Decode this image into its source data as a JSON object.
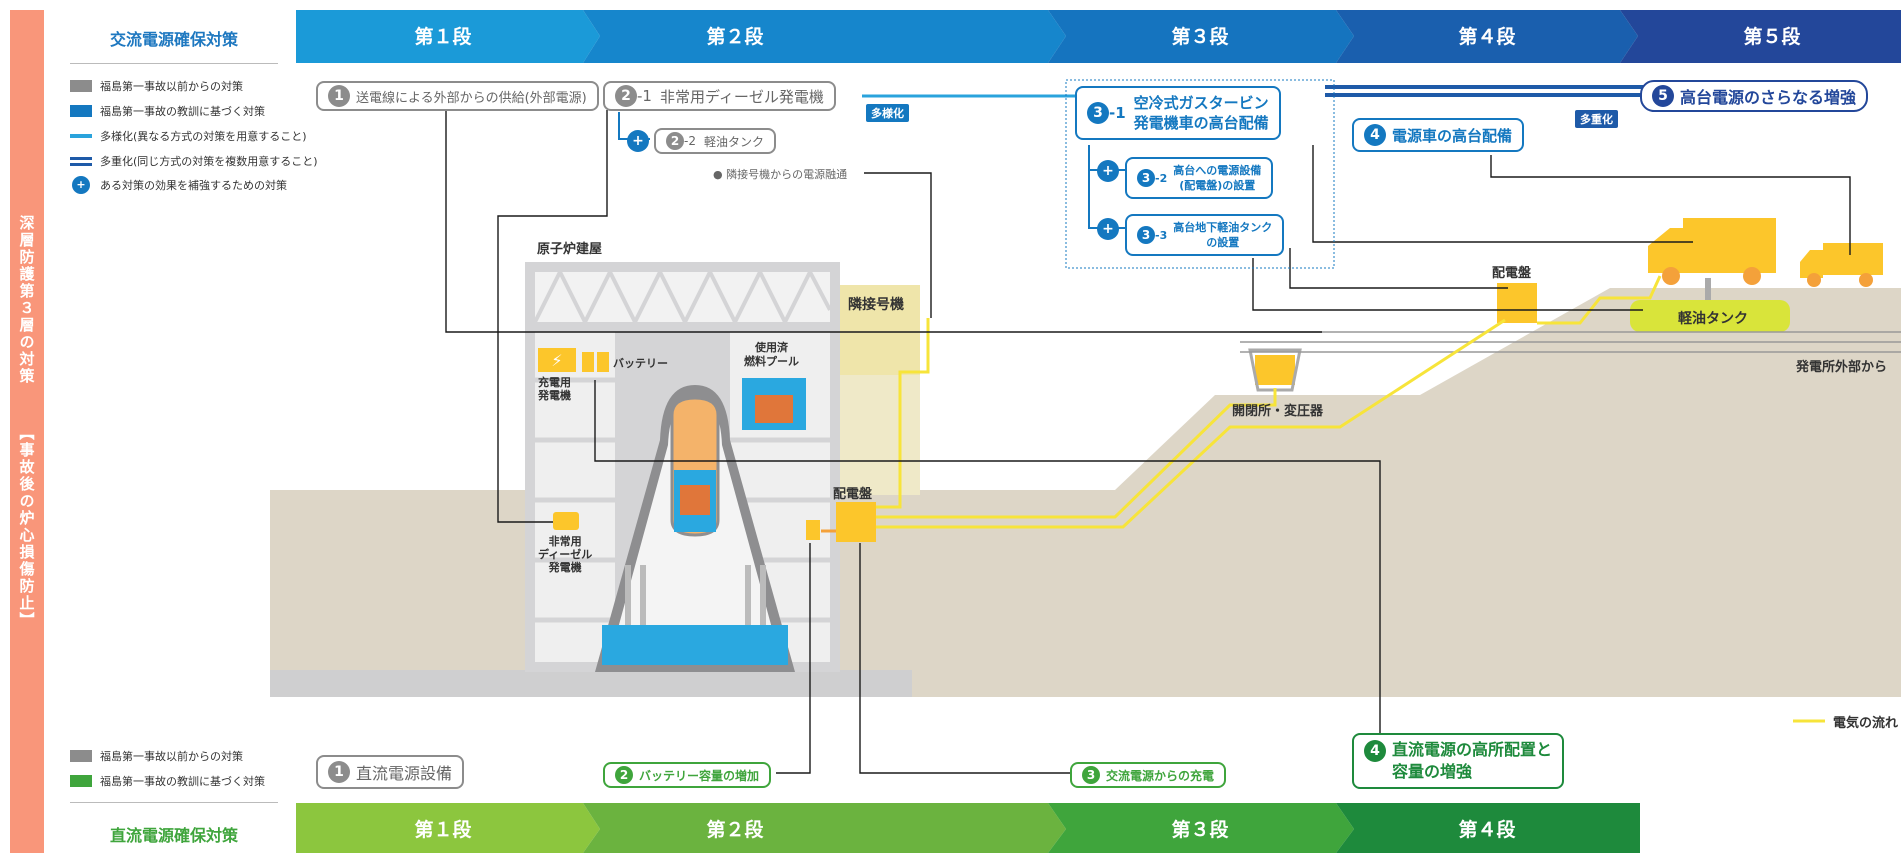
{
  "side_label": {
    "top": "深層防護第３層の対策",
    "bottom": "【事故後の炉心損傷防止】"
  },
  "ac": {
    "title": "交流電源確保対策",
    "stages": [
      "第１段",
      "第２段",
      "第３段",
      "第４段",
      "第５段"
    ],
    "legend": [
      {
        "label": "福島第一事故以前からの対策",
        "color": "#8c8c8c"
      },
      {
        "label": "福島第一事故の教訓に基づく対策",
        "color": "#1478c0"
      },
      {
        "label": "多様化(異なる方式の対策を用意すること)",
        "color": "#2aa3dc"
      },
      {
        "label": "多重化(同じ方式の対策を複数用意すること)",
        "color": "#1e5aa8"
      },
      {
        "label": "ある対策の効果を補強するための対策",
        "color": "#1478c0"
      }
    ]
  },
  "dc": {
    "title": "直流電源確保対策",
    "stages": [
      "第１段",
      "第２段",
      "第３段",
      "第４段"
    ],
    "legend": [
      {
        "label": "福島第一事故以前からの対策",
        "color": "#8c8c8c"
      },
      {
        "label": "福島第一事故の教訓に基づく対策",
        "color": "#3fa53c"
      }
    ]
  },
  "measures": {
    "m1": {
      "num": "1",
      "text": "送電線による外部からの供給(外部電源)"
    },
    "m2_1": {
      "num": "2",
      "suffix": "-1",
      "text": "非常用ディーゼル発電機"
    },
    "m2_2": {
      "num": "2",
      "suffix": "-2",
      "text": "軽油タンク"
    },
    "m3_1": {
      "num": "3",
      "suffix": "-1",
      "line1": "空冷式ガスタービン",
      "line2": "発電機車の高台配備"
    },
    "m3_2": {
      "num": "3",
      "suffix": "-2",
      "line1": "高台への電源設備",
      "line2": "(配電盤)の設置"
    },
    "m3_3": {
      "num": "3",
      "suffix": "-3",
      "line1": "高台地下軽油タンク",
      "line2": "の設置"
    },
    "m4": {
      "num": "4",
      "text": "電源車の高台配備"
    },
    "m5": {
      "num": "5",
      "text": "高台電源のさらなる増強"
    },
    "d1": {
      "num": "1",
      "text": "直流電源設備"
    },
    "d2": {
      "num": "2",
      "text": "バッテリー容量の増加"
    },
    "d3": {
      "num": "3",
      "text": "交流電源からの充電"
    },
    "d4": {
      "num": "4",
      "line1": "直流電源の高所配置と",
      "line2": "容量の増強"
    }
  },
  "tags": {
    "diversify": "多様化",
    "multiplex": "多重化"
  },
  "labels": {
    "adjacent_supply": "● 隣接号機からの電源融通",
    "reactor_building": "原子炉建屋",
    "adjacent_unit": "隣接号機",
    "battery": "バッテリー",
    "charger": "充電用\n発電機",
    "spent_pool": "使用済\n燃料プール",
    "switchboard": "配電盤",
    "switchboard_high": "配電盤",
    "edg": "非常用\nディーゼル\n発電機",
    "substation": "開閉所・変圧器",
    "diesel_tank": "軽油タンク",
    "from_outside": "発電所外部から",
    "flow_legend": "電気の流れ"
  }
}
